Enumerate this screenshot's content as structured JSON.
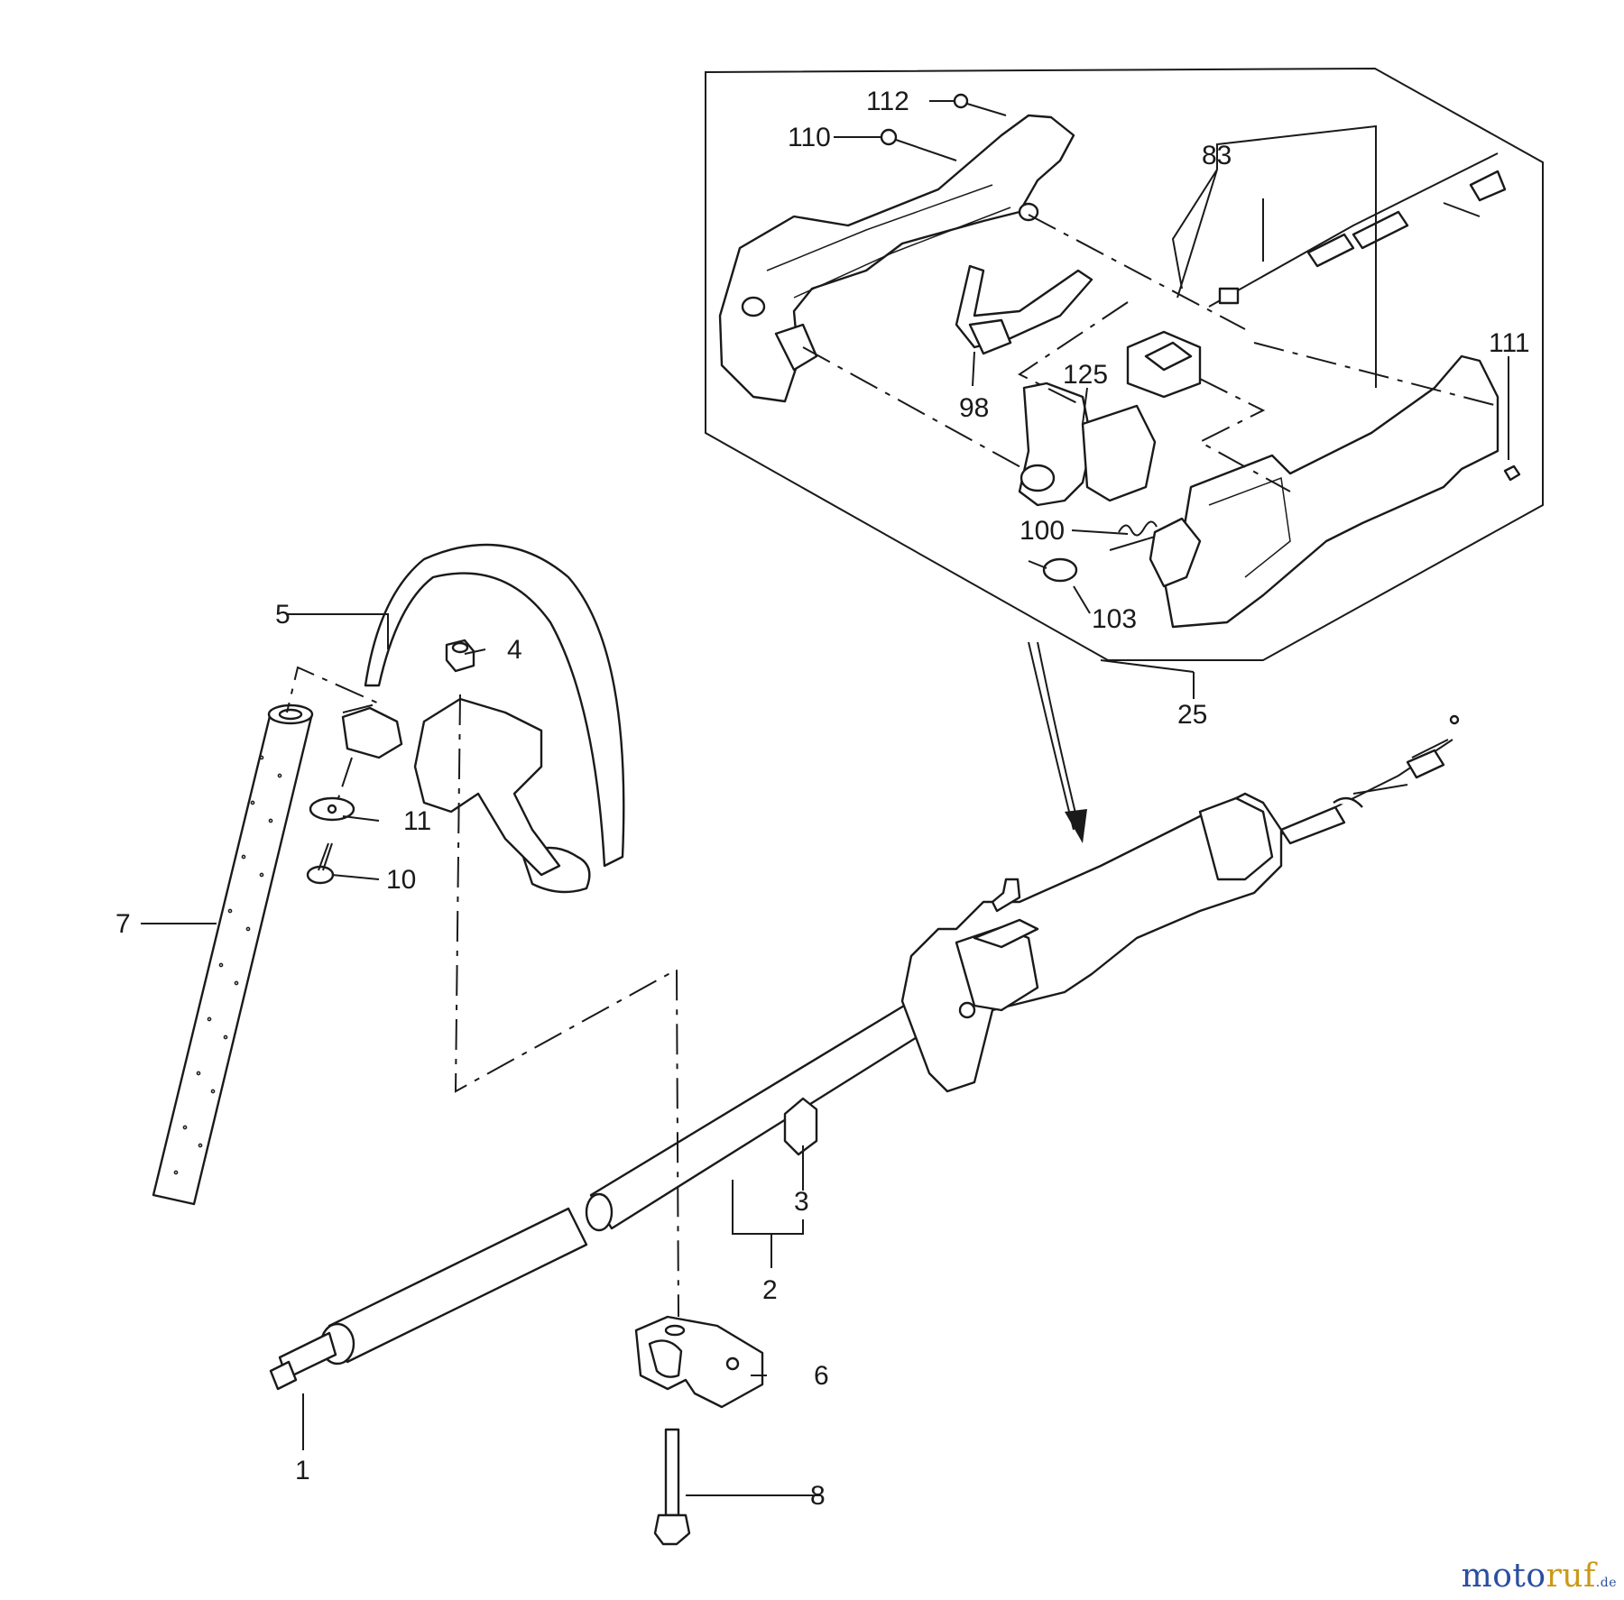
{
  "parts": {
    "p1": "1",
    "p2": "2",
    "p3": "3",
    "p4": "4",
    "p5": "5",
    "p6": "6",
    "p7": "7",
    "p8": "8",
    "p10": "10",
    "p11": "11",
    "p25": "25",
    "p83": "83",
    "p98": "98",
    "p100": "100",
    "p103": "103",
    "p110": "110",
    "p111": "111",
    "p112": "112",
    "p125": "125"
  },
  "watermark": {
    "part1": "moto",
    "part2": "ruf",
    "suffix": ".de"
  }
}
